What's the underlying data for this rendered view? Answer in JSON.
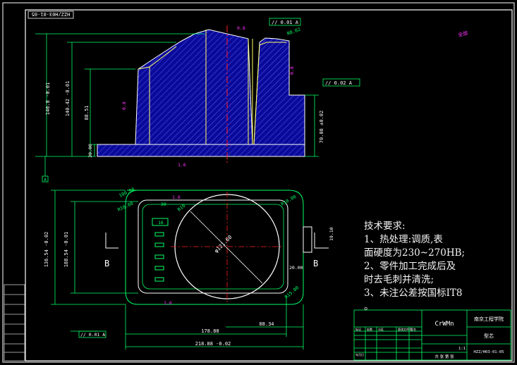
{
  "title_stamp": "HZZ/H03-01-05",
  "school": "南京工程学院",
  "material": "CrWMn",
  "part_name": "型芯",
  "drawing_no": "HZZ/H03-01-05",
  "scale": "1:1",
  "sheet": "共 张 第 张",
  "roughness_top": "全部",
  "tech_req": {
    "title": "技术要求:",
    "lines": [
      "1、热处理:调质,表",
      "面硬度为230~270HB;",
      "2、零件加工完成后及",
      "时去毛刺并清洗;",
      "3、未注公差按国标IT8",
      "。"
    ]
  },
  "dims_front": {
    "h_total": "146.8 -0.01",
    "h_mid": "140.42 -0.01",
    "h_inner": "88.51",
    "h_base": "20.00",
    "h_right": "70.08 ±0.02",
    "gtol_top": "// 0.01 A",
    "gtol_right": "// 0.02 A",
    "datum": "A",
    "chamfer": "R8.02",
    "ra1": "0.8",
    "ra2": "0.8",
    "ra3": "1.6",
    "ra4": "0.8"
  },
  "dims_top": {
    "w_total": "218.88 -0.02",
    "w_mid": "178.88",
    "w_right": "88.34",
    "h_left": "188.54 -0.01",
    "h_outer": "136.54 -0.02",
    "dia": "φ121.60",
    "r1": "R10.00",
    "r2": "R10.00",
    "r3": "R15.00",
    "d1": "100.00",
    "d2": "30",
    "d3": "16",
    "d4": "R10",
    "d5": "19.10",
    "d6": "20.00",
    "gtol": "// 0.01 A",
    "section": "B",
    "ra1": "1.6",
    "ra2": "1.6"
  },
  "left_table": [
    "标记",
    "处数",
    "分区",
    "更改文件号",
    "签名",
    "年月日"
  ]
}
